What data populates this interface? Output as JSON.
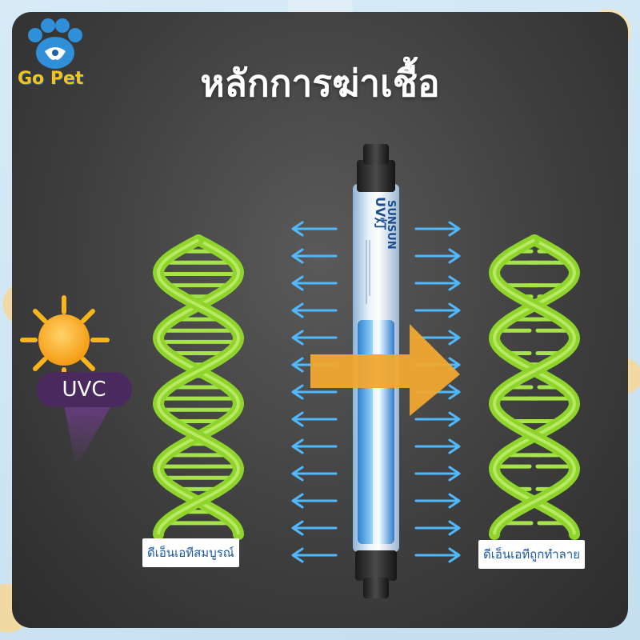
{
  "brand": {
    "name": "Go Pet"
  },
  "title": "หลักการฆ่าเชื้อ",
  "uvc_label": "UVC",
  "labels": {
    "left_dna": "ดีเอ็นเอทีสมบูรณ์",
    "right_dna": "ดีเอ็นเอทีถูกทำลาย"
  },
  "lamp": {
    "brand_text": "SUNSUN",
    "model_text": "UV灯"
  },
  "colors": {
    "panel": "#3f3f3f",
    "dna_green": "#8fd42a",
    "arrow_blue": "#4fb8ff",
    "big_arrow": "#f0a830",
    "sun": "#ffb020",
    "uvc_badge": "#4a2a5e",
    "title": "#ffffff"
  },
  "icons": [
    "paw-icon",
    "sun-icon",
    "big-arrow-right-icon",
    "arrow-left-icon",
    "arrow-right-icon"
  ]
}
